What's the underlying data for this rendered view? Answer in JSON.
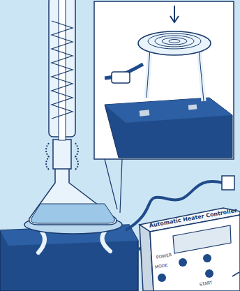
{
  "diagram": {
    "labels": [
      "Automatic Heater Controller",
      "POWER",
      "MODE",
      "START"
    ]
  }
}
